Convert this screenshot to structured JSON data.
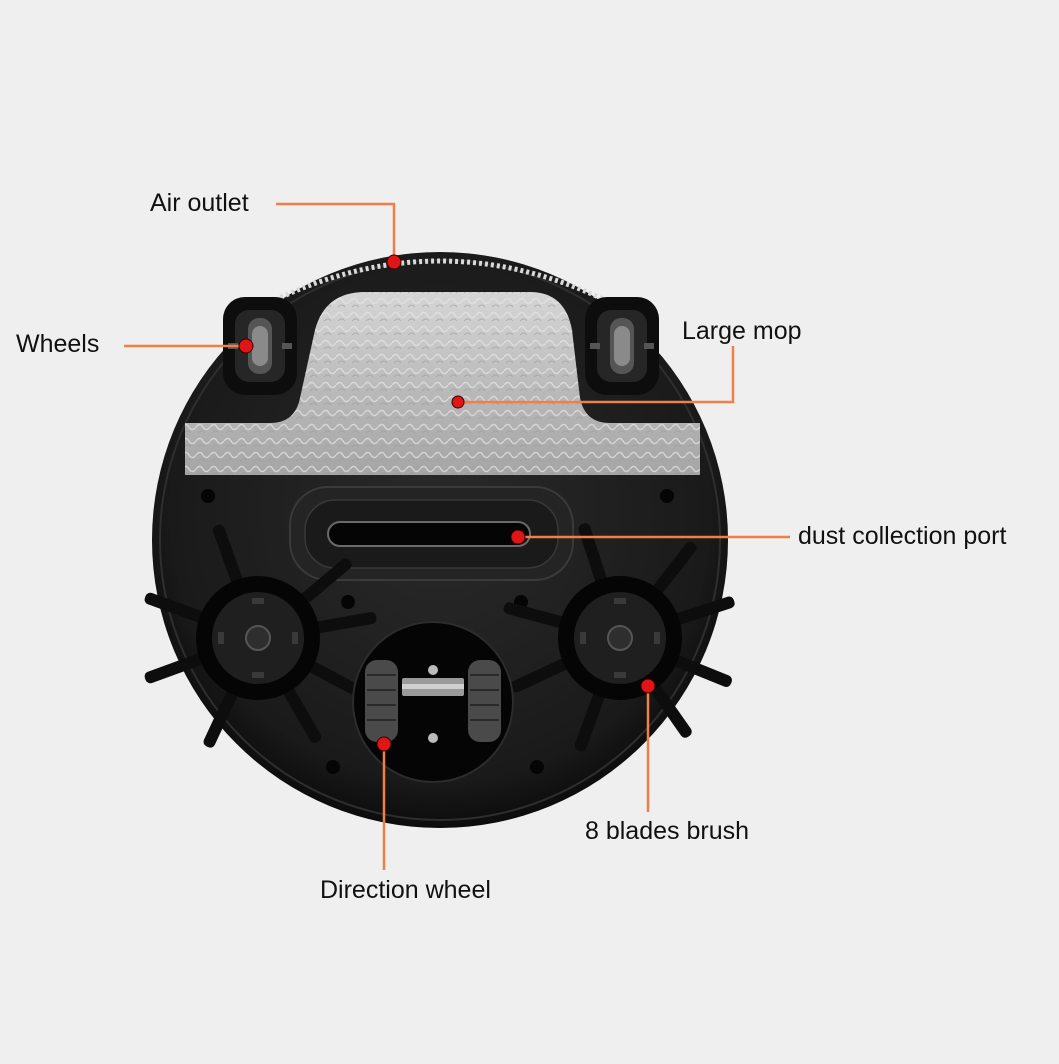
{
  "diagram": {
    "subject": "robot vacuum bottom view",
    "colors": {
      "background": "#efefef",
      "body": "#1c1c1c",
      "leader_line": "#f07f4a",
      "marker_dot": "#e01515",
      "mop": "#bdbdbd",
      "brush_blade": "#0d0d0d"
    },
    "callouts": [
      {
        "id": "air-outlet",
        "label": "Air outlet"
      },
      {
        "id": "wheels",
        "label": "Wheels"
      },
      {
        "id": "large-mop",
        "label": "Large mop"
      },
      {
        "id": "dust-port",
        "label": "dust collection port"
      },
      {
        "id": "brush",
        "label": "8 blades brush"
      },
      {
        "id": "direction-wheel",
        "label": "Direction wheel"
      }
    ]
  }
}
